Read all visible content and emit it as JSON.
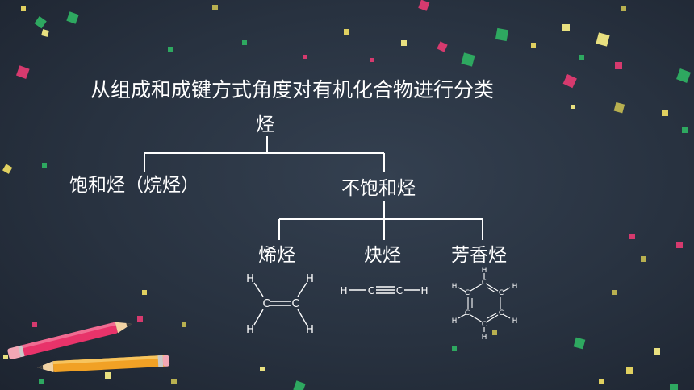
{
  "slide": {
    "title": "从组成和成键方式角度对有机化合物进行分类",
    "root": "烃",
    "saturated": "饱和烃（烷烃）",
    "unsaturated": "不饱和烃",
    "alkene": "烯烃",
    "alkyne": "炔烃",
    "aromatic": "芳香烃"
  },
  "structures": {
    "hydrogen": "H",
    "carbon": "C"
  },
  "colors": {
    "background": "#283240",
    "text": "#ffffff",
    "line": "#ffffff",
    "confetti": [
      "#e0d060",
      "#2ea860",
      "#d63a6e",
      "#7fb24a",
      "#b8b050",
      "#e8e080"
    ],
    "pencil_red": "#e8336a",
    "pencil_orange": "#f1a125"
  },
  "icons": [
    "pencil-icon",
    "confetti-decoration"
  ]
}
